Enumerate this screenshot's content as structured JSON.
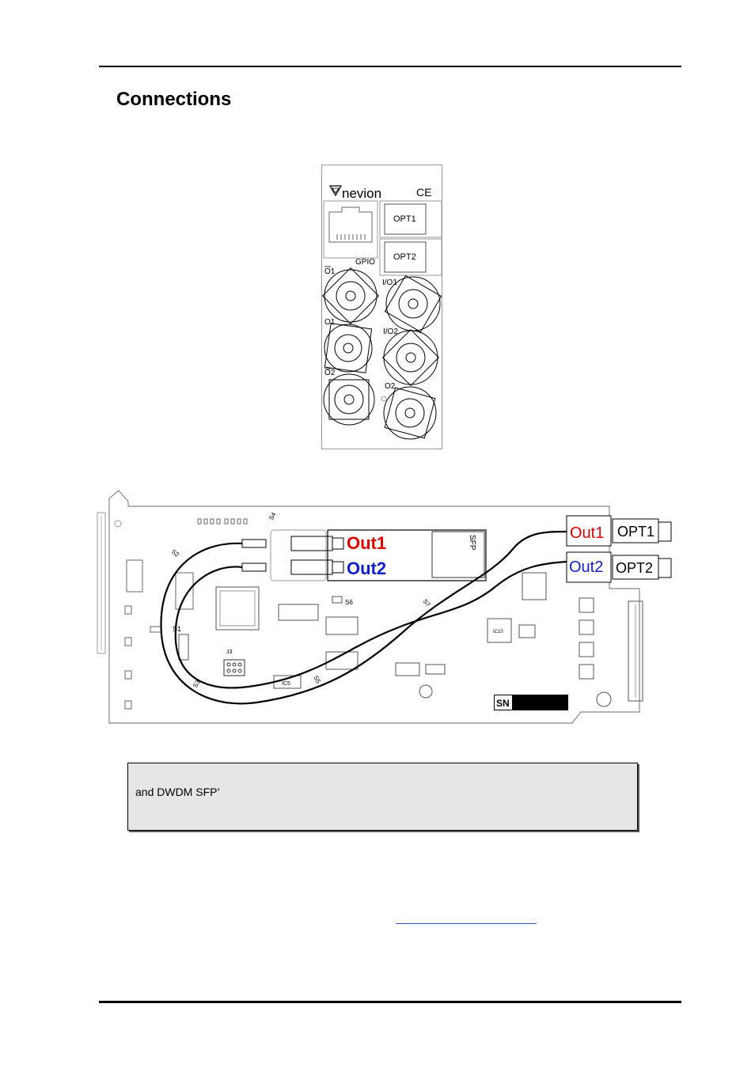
{
  "page": {
    "title": "Connections",
    "note_text": "and DWDM SFP’"
  },
  "front_panel": {
    "brand": "nevion",
    "ce_mark": "CE",
    "labels": {
      "opt1": "OPT1",
      "opt2": "OPT2",
      "gpio": "GPIO",
      "o1_bar": "O1",
      "io1": "I/O1",
      "o1": "O1",
      "io2": "I/O2",
      "o2_bar": "O2",
      "o2": "O2"
    }
  },
  "board": {
    "callouts": {
      "out1_fiber": "Out1",
      "out2_fiber": "Out2",
      "out1_port": "Out1",
      "out2_port": "Out2",
      "opt1": "OPT1",
      "opt2": "OPT2",
      "sn": "SN"
    },
    "silk": {
      "sfp": "SFP",
      "s1": "S1",
      "s2": "S2",
      "s3": "S3",
      "s4": "S4",
      "s5": "S5",
      "s6": "S6",
      "s7": "S7",
      "j3": "J3",
      "ic5": "IC5",
      "ic10": "IC10"
    },
    "colors": {
      "out1": "#e00000",
      "out2": "#1020d0"
    }
  }
}
